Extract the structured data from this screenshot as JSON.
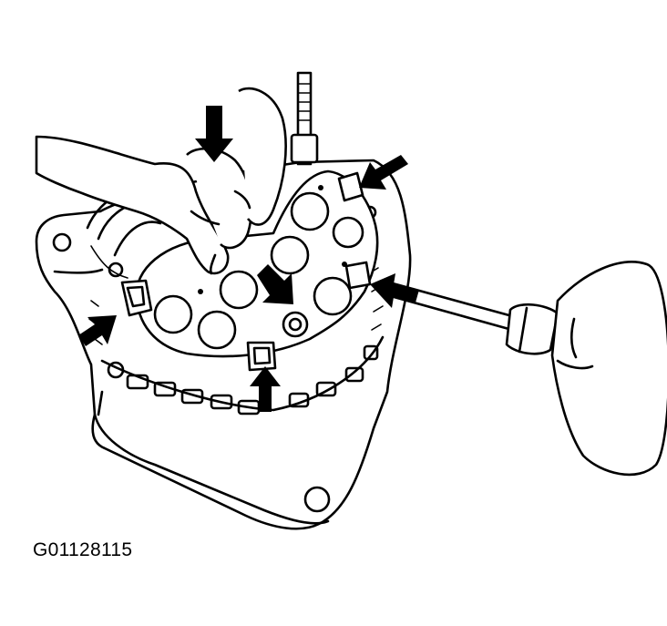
{
  "figure": {
    "code": "G01128115",
    "icons": {
      "housing": "alternator-housing",
      "rectifier": "rectifier-holder",
      "hand": "hand",
      "screwdriver": "screwdriver",
      "arrow": "arrow-icon"
    }
  }
}
